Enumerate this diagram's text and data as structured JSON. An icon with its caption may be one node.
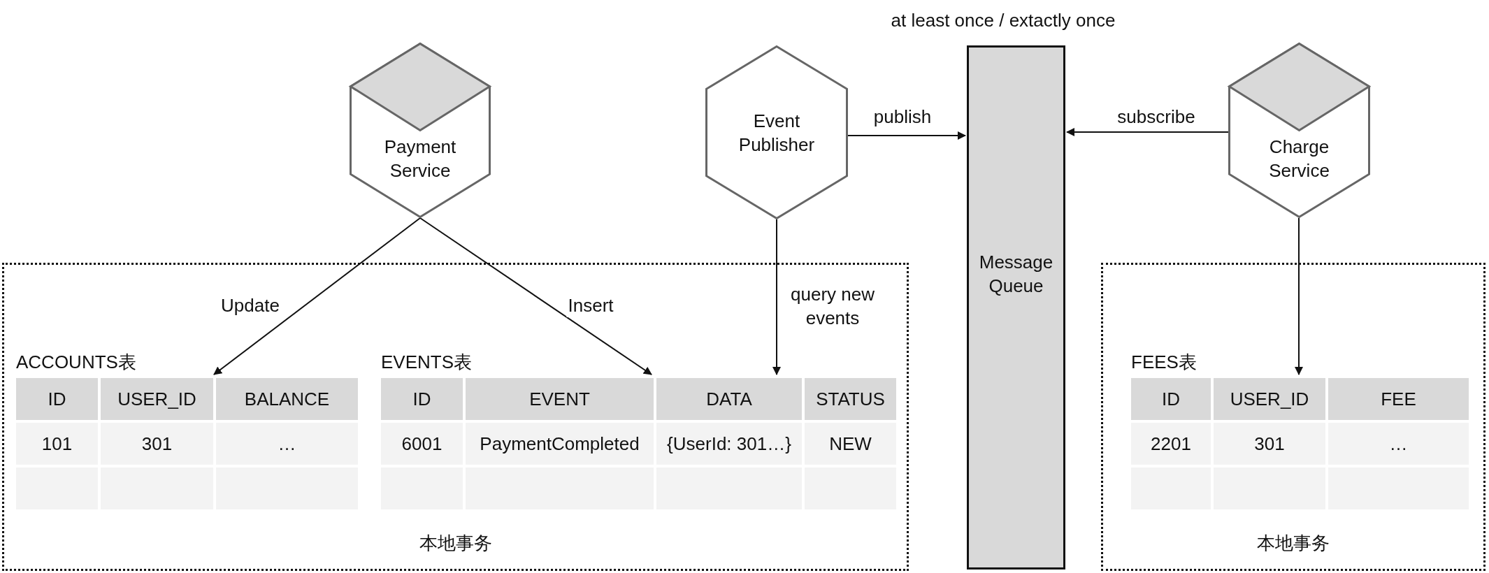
{
  "diagram": {
    "nodes": [
      {
        "text": [
          "Payment Service"
        ]
      },
      {
        "text": [
          "Event Publisher"
        ]
      },
      {
        "text": [
          "Message Queue"
        ],
        "beside": [
          "at least once / extactly once"
        ]
      },
      {
        "text": [
          "Charge Service"
        ]
      },
      {
        "text": [
          "本地事务"
        ]
      },
      {
        "text": [
          "ACCOUNTS表"
        ],
        "in": 4
      },
      {
        "text": [
          "EVENTS表"
        ],
        "in": 4
      },
      {
        "text": [
          "本地事务"
        ]
      },
      {
        "text": [
          "FEES表"
        ],
        "in": 7
      }
    ],
    "edges": [
      {
        "from": 0,
        "to": 5,
        "arrow": "to",
        "label": "Update"
      },
      {
        "from": 0,
        "to": 6,
        "arrow": "to",
        "label": "Insert"
      },
      {
        "from": 1,
        "to": 6,
        "arrow": "to",
        "label": "query new events"
      },
      {
        "from": 1,
        "to": 2,
        "arrow": "to",
        "label": "publish"
      },
      {
        "from": 3,
        "to": 2,
        "arrow": "to",
        "label": "subscribe"
      },
      {
        "from": 3,
        "to": 8,
        "arrow": "to"
      }
    ],
    "labels": [
      "ID",
      "USER_ID",
      "BALANCE",
      "101",
      "301",
      "…",
      "ID",
      "EVENT",
      "DATA",
      "STATUS",
      "6001",
      "PaymentCompleted",
      "{UserId: 301…}",
      "NEW",
      "ID",
      "USER_ID",
      "FEE",
      "2201",
      "301",
      "…"
    ]
  }
}
